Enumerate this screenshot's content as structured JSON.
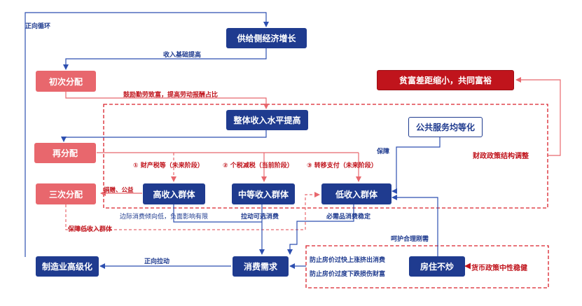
{
  "boxes": {
    "supply_growth": "供给侧经济增长",
    "primary_dist": "初次分配",
    "income_rise": "整体收入水平提高",
    "redistribution": "再分配",
    "public_services": "公共服务均等化",
    "tertiary_dist": "三次分配",
    "high_income": "高收入群体",
    "middle_income": "中等收入群体",
    "low_income": "低收入群体",
    "manufacturing": "制造业高级化",
    "consumer_demand": "消费需求",
    "housing": "房住不炒",
    "common_prosperity": "贫富差距缩小，共同富裕"
  },
  "labels": {
    "positive_cycle": "正向循环",
    "income_base": "收入基础提高",
    "encourage": "鼓励勤劳致富，提高劳动报酬占比",
    "guarantee": "保障",
    "fiscal_policy": "财政政策结构调整",
    "property_tax": "① 财产税等（未来阶段）",
    "income_tax": "② 个税减税（当前阶段）",
    "transfer": "③ 转移支付（未来阶段）",
    "donation": "捐赠、公益",
    "marginal": "边际消费倾向低，负面影响有限",
    "pull_optional": "拉动可选消费",
    "stabilize_essential": "必需品消费稳定",
    "protect_low": "保障低收入群体",
    "rigid_demand": "呵护合理刚需",
    "positive_pull": "正向拉动",
    "prevent_squeeze": "防止房价过快上涨挤出消费",
    "prevent_drop": "防止房价过度下跌损伤财富",
    "monetary_policy": "货币政策中性稳健"
  },
  "colors": {
    "navy": "#1f3b8f",
    "pink": "#e8676d",
    "dark_red": "#c0141c",
    "dashed_red": "#d9202a",
    "connector_blue": "#2d4fb0",
    "connector_red": "#e8676d"
  }
}
